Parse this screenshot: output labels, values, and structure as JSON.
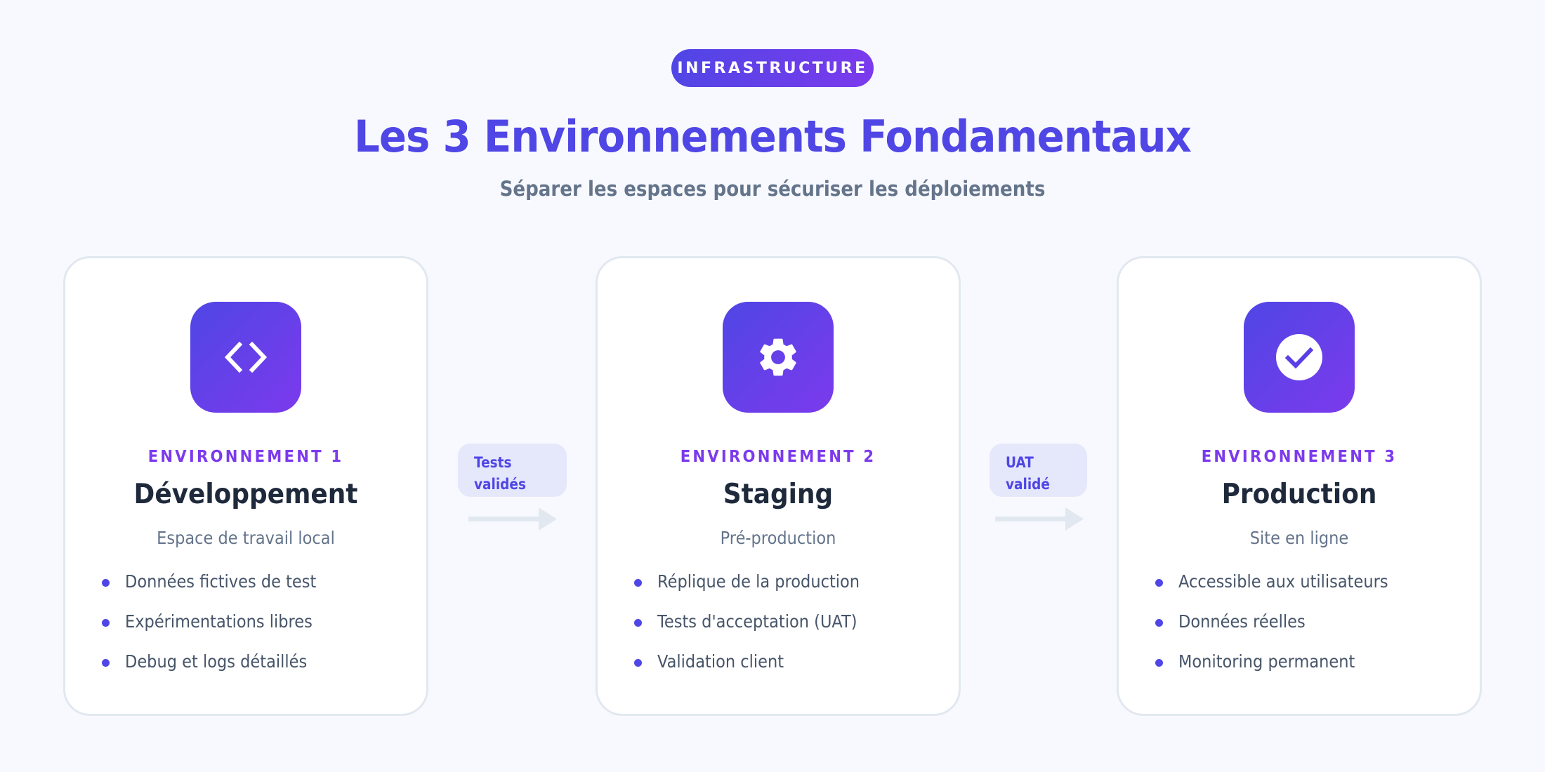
{
  "header": {
    "badge": "INFRASTRUCTURE",
    "title": "Les 3 Environnements Fondamentaux",
    "subtitle": "Séparer les espaces pour sécuriser les déploiements"
  },
  "colors": {
    "accent": "#4f46e5",
    "accent_secondary": "#7c3aed",
    "heading_dark": "#1e293b",
    "muted": "#64748b",
    "body_text": "#475569",
    "card_border": "#e2e8f0",
    "badge_bg": "#e5e7fb",
    "page_bg": "#f8f9fe"
  },
  "environments": [
    {
      "label": "ENVIRONNEMENT 1",
      "name": "Développement",
      "description": "Espace de travail local",
      "icon": "code-icon",
      "features": [
        "Données fictives de test",
        "Expérimentations libres",
        "Debug et logs détaillés"
      ]
    },
    {
      "label": "ENVIRONNEMENT 2",
      "name": "Staging",
      "description": "Pré-production",
      "icon": "gear-icon",
      "features": [
        "Réplique de la production",
        "Tests d'acceptation (UAT)",
        "Validation client"
      ]
    },
    {
      "label": "ENVIRONNEMENT 3",
      "name": "Production",
      "description": "Site en ligne",
      "icon": "check-circle-icon",
      "features": [
        "Accessible aux utilisateurs",
        "Données réelles",
        "Monitoring permanent"
      ]
    }
  ],
  "transitions": [
    {
      "line1": "Tests",
      "line2": "validés",
      "icon": "arrow-right-icon"
    },
    {
      "line1": "UAT",
      "line2": "validé",
      "icon": "arrow-right-icon"
    }
  ]
}
